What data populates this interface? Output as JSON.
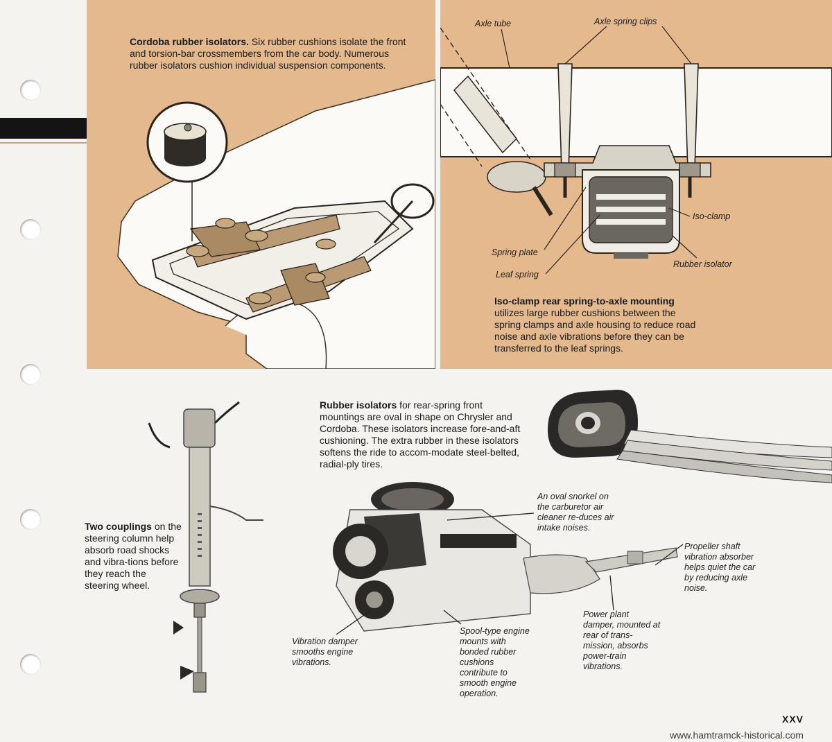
{
  "cordoba": {
    "title": "Cordoba rubber isolators.",
    "text": "Six rubber cushions isolate the front and torsion-bar crossmembers from the car body. Numerous rubber isolators cushion individual suspension components."
  },
  "isoclamp": {
    "labels": {
      "axle_tube": "Axle tube",
      "axle_spring_clips": "Axle spring clips",
      "iso_clamp": "Iso-clamp",
      "spring_plate": "Spring plate",
      "rubber_isolator": "Rubber isolator",
      "leaf_spring": "Leaf spring"
    },
    "title": "Iso-clamp rear spring-to-axle mounting",
    "text": "utilizes large rubber cushions between the spring clamps and axle housing to reduce road noise and axle vibrations before they can be transferred to the leaf springs."
  },
  "rubber_isolators": {
    "title": "Rubber isolators",
    "text": "for rear-spring front mountings are oval in shape on Chrysler and Cordoba. These isolators increase fore-and-aft cushioning. The extra rubber in these isolators softens the ride to accom-modate steel-belted, radial-ply tires."
  },
  "couplings": {
    "title": "Two couplings",
    "text": "on the steering column help absorb road shocks and vibra-tions before they reach the steering wheel."
  },
  "engine_labels": {
    "snorkel": "An oval snorkel on the carburetor air cleaner re-duces air intake noises.",
    "propeller": "Propeller shaft vibration absorber helps quiet the car by reducing axle noise.",
    "power_plant": "Power plant damper, mounted at rear of trans-mission, absorbs power-train vibrations.",
    "spool": "Spool-type engine mounts with bonded rubber cushions contribute to smooth engine operation.",
    "damper": "Vibration damper smooths engine vibrations."
  },
  "page_number": "XXV",
  "watermark": "www.hamtramck-historical.com"
}
